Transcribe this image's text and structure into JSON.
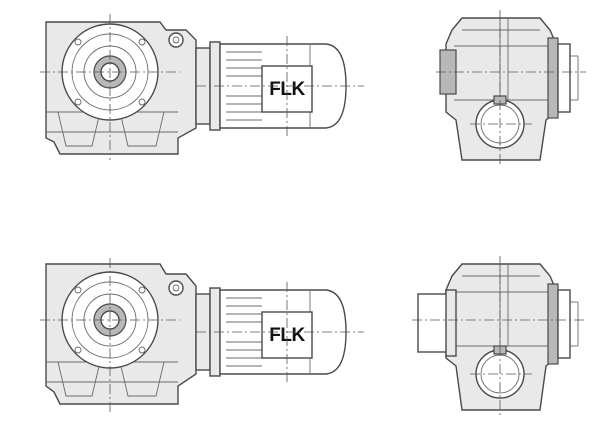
{
  "drawing": {
    "views": [
      {
        "name": "upper",
        "logo_text": "FLK"
      },
      {
        "name": "lower",
        "logo_text": "FLK"
      }
    ],
    "colors": {
      "line": "#4a4a4a",
      "housing_fill": "#e9e9e9",
      "background": "#ffffff"
    }
  }
}
